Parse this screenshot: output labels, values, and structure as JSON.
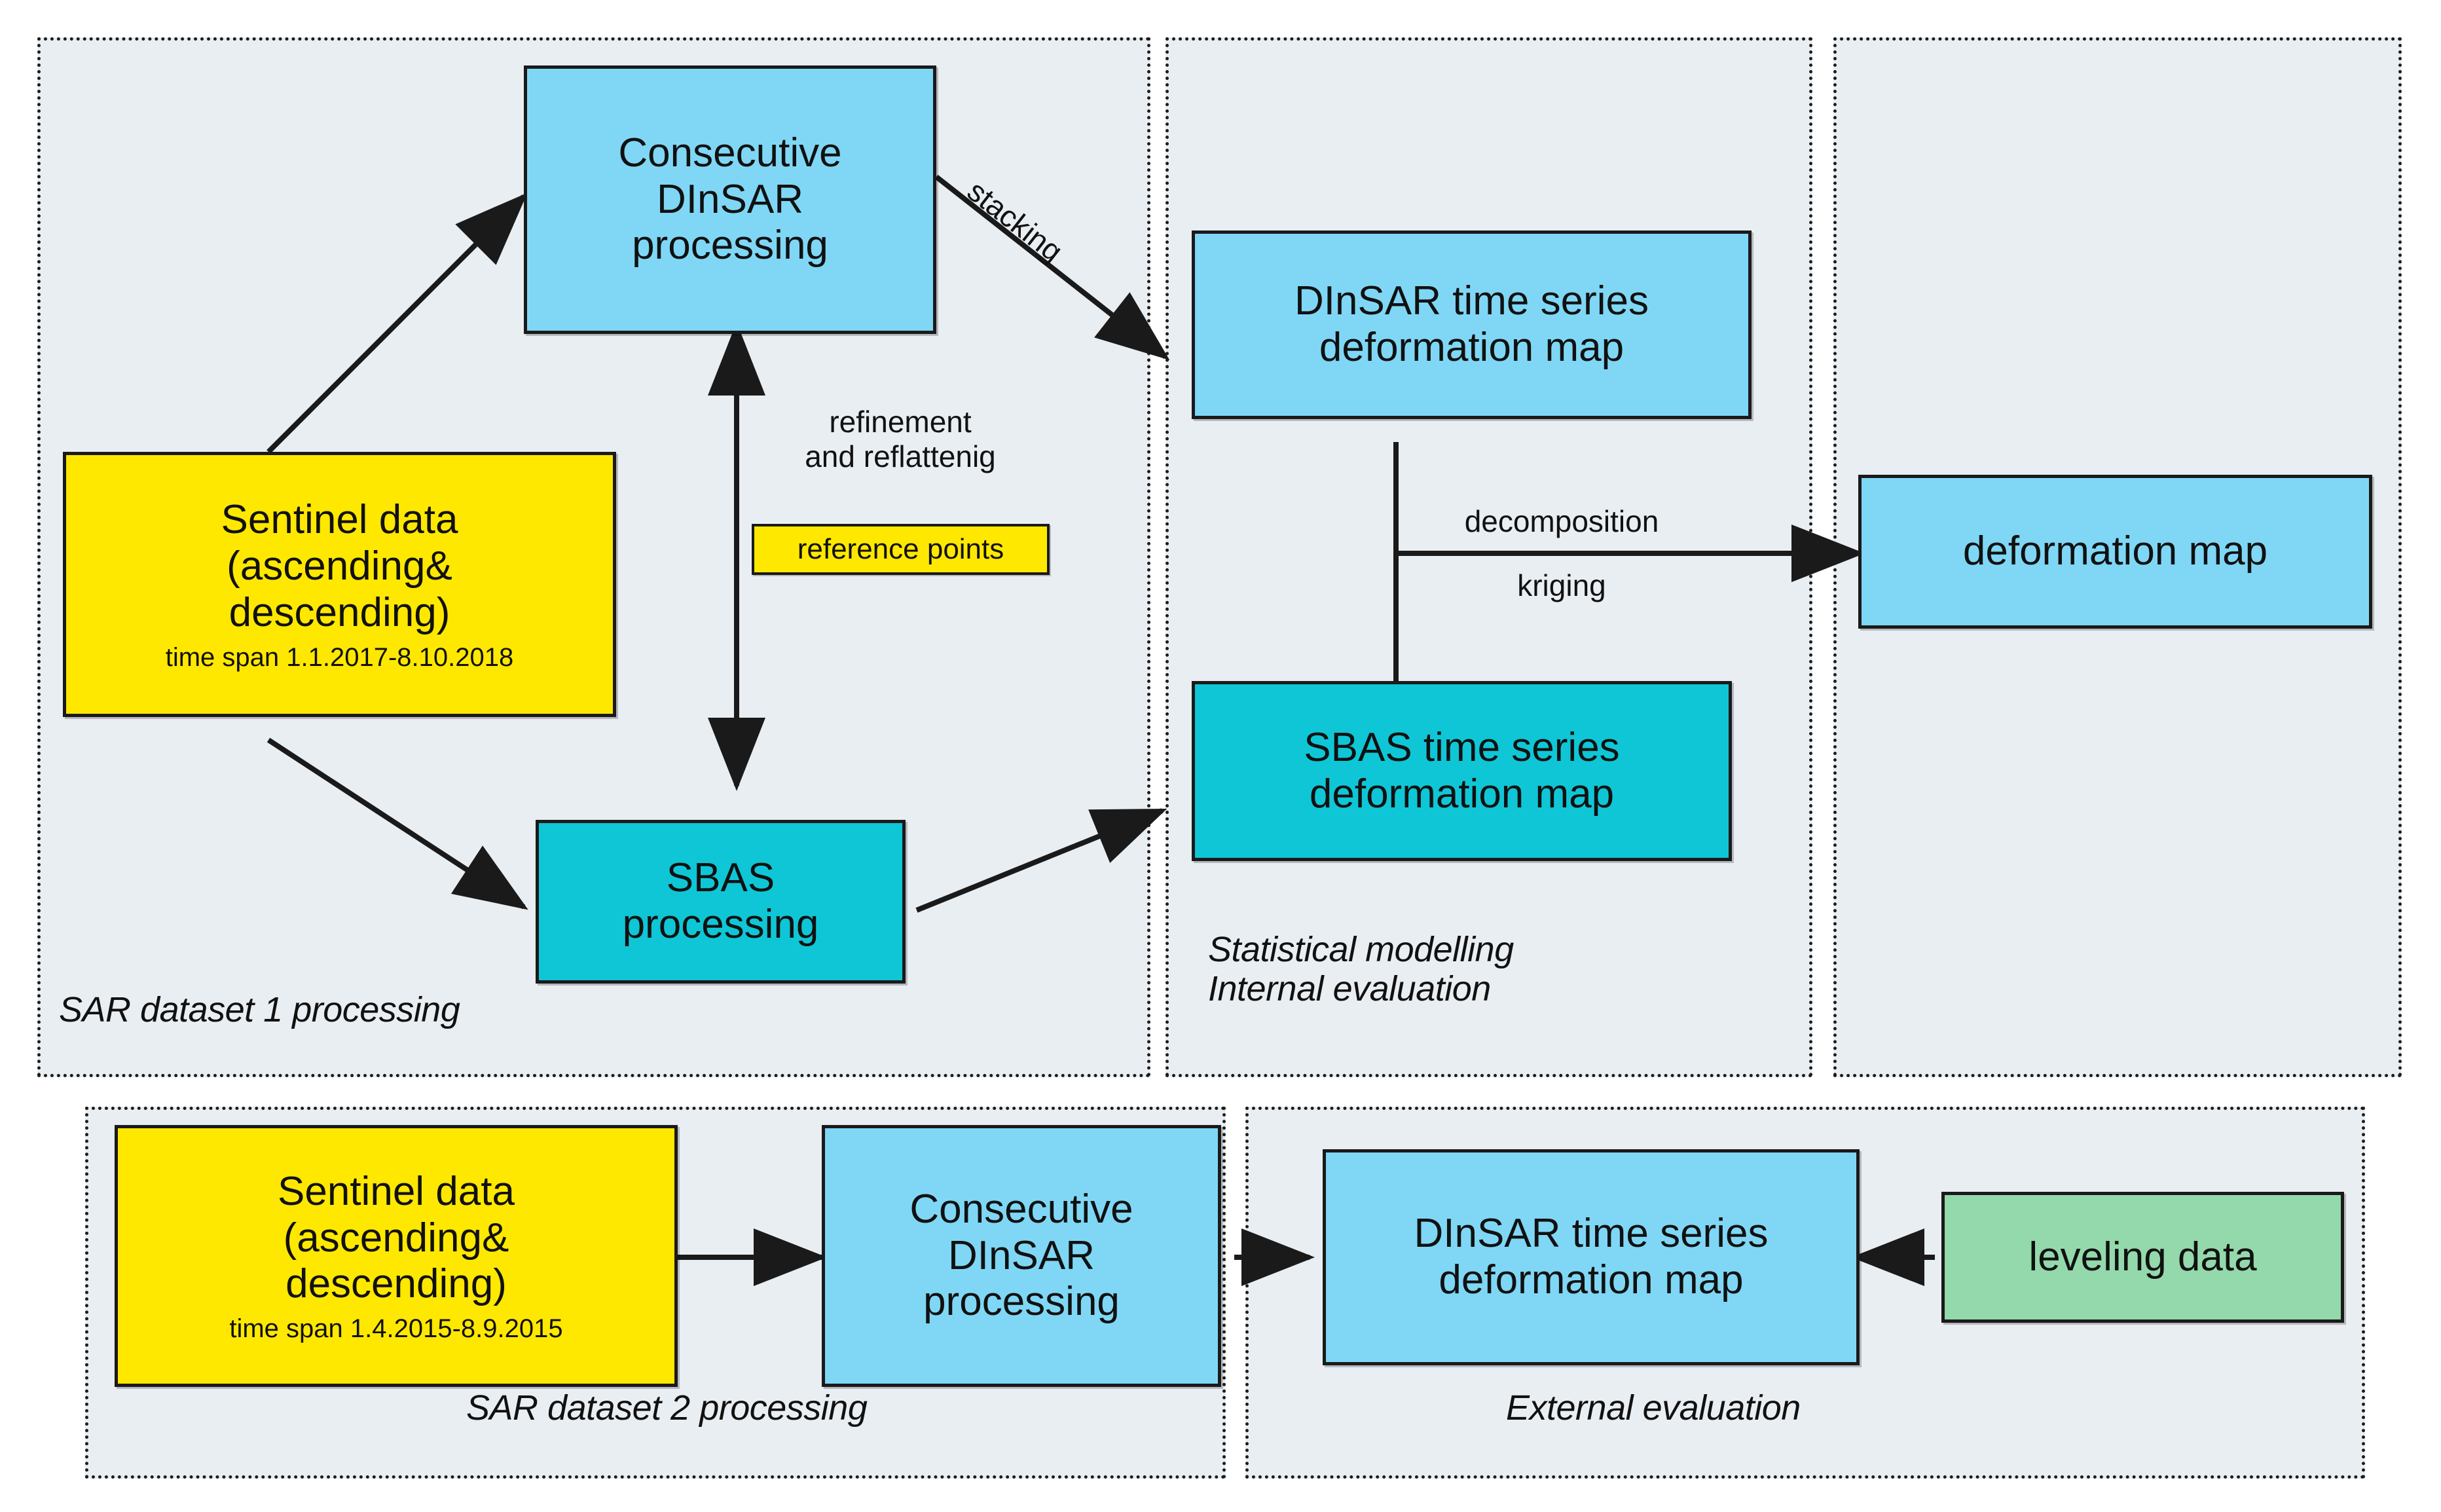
{
  "diagram": {
    "title": "SAR DInSAR / SBAS processing workflow",
    "colors": {
      "panel_fill": "#e9eef2",
      "panel_border": "#1c1c1c",
      "blue_box": "#7fd7f5",
      "teal_box": "#0fc6d6",
      "yellow_box": "#ffe800",
      "green_box": "#93d9ab",
      "line": "#1a1a1a"
    }
  },
  "panels": [
    {
      "id": "sar1",
      "label": "SAR dataset 1 processing"
    },
    {
      "id": "stats",
      "label": "Statistical modelling\nInternal evaluation"
    },
    {
      "id": "output",
      "label": ""
    },
    {
      "id": "sar2",
      "label": "SAR dataset 2 processing"
    },
    {
      "id": "external",
      "label": "External evaluation"
    }
  ],
  "boxes": {
    "sentinel1": {
      "line1": "Sentinel data",
      "line2": "(ascending&",
      "line3": "descending)",
      "timespan": "time span 1.1.2017-8.10.2018"
    },
    "consecutive_dinsar_1": {
      "line1": "Consecutive",
      "line2": "DInSAR",
      "line3": "processing"
    },
    "sbas_processing": {
      "line1": "SBAS",
      "line2": "processing"
    },
    "dinsar_ts_map_1": {
      "line1": "DInSAR time series",
      "line2": "deformation map"
    },
    "sbas_ts_map": {
      "line1": "SBAS time series",
      "line2": "deformation map"
    },
    "deformation_map": {
      "line1": "deformation map"
    },
    "sentinel2": {
      "line1": "Sentinel data",
      "line2": "(ascending&",
      "line3": "descending)",
      "timespan": "time span 1.4.2015-8.9.2015"
    },
    "consecutive_dinsar_2": {
      "line1": "Consecutive",
      "line2": "DInSAR",
      "line3": "processing"
    },
    "dinsar_ts_map_2": {
      "line1": "DInSAR time series",
      "line2": "deformation map"
    },
    "leveling_data": {
      "line1": "leveling data"
    }
  },
  "annotations": {
    "stacking": "stacking",
    "refinement": "refinement\nand reflattenig",
    "reference_points": "reference points",
    "decomposition": "decomposition",
    "kriging": "kriging"
  }
}
